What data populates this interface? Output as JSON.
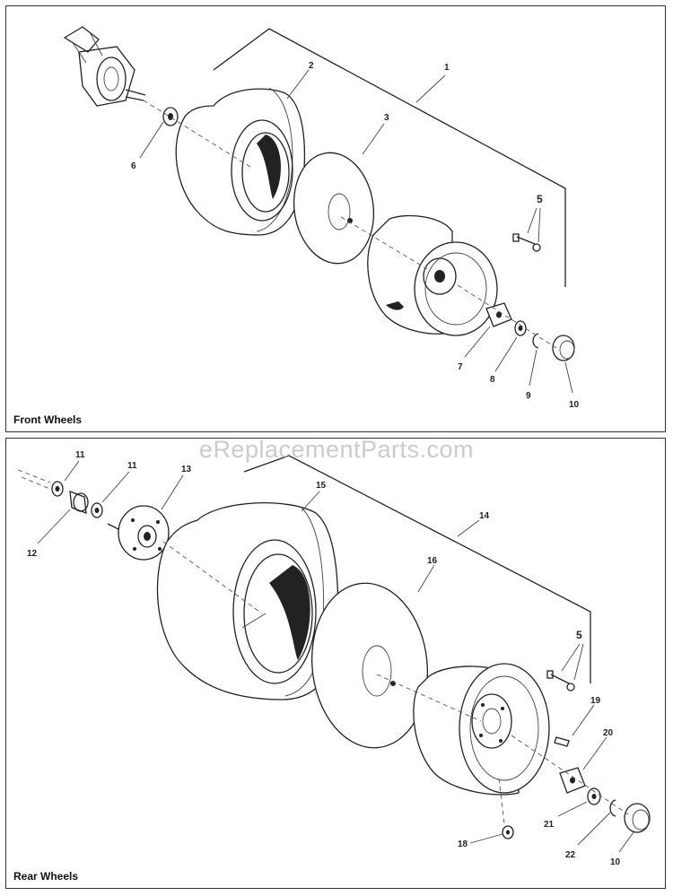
{
  "panels": {
    "front": {
      "title": "Front Wheels"
    },
    "rear": {
      "title": "Rear Wheels"
    }
  },
  "watermark": "eReplacementParts.com",
  "callouts": {
    "front": [
      "1",
      "2",
      "3",
      "5",
      "6",
      "7",
      "8",
      "9",
      "10"
    ],
    "rear": [
      "11",
      "11",
      "12",
      "13",
      "14",
      "15",
      "16",
      "5",
      "19",
      "20",
      "21",
      "22",
      "18",
      "10"
    ]
  }
}
